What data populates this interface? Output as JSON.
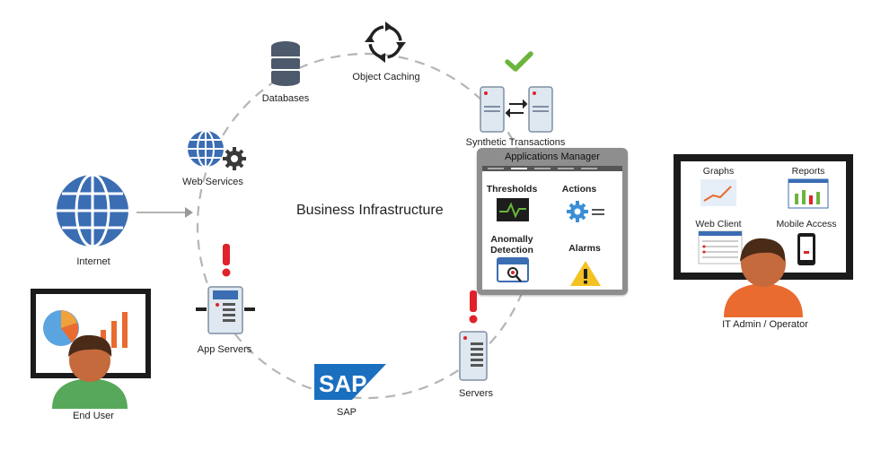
{
  "diagram": {
    "center_title": "Business Infrastructure",
    "nodes": {
      "internet": "Internet",
      "web_services": "Web Services",
      "databases": "Databases",
      "object_caching": "Object Caching",
      "synthetic_transactions": "Synthetic Transactions",
      "app_servers": "App Servers",
      "sap": "SAP",
      "sap_logo_text": "SAP",
      "servers": "Servers",
      "end_user": "End User",
      "it_admin": "IT Admin / Operator"
    },
    "applications_manager": {
      "title": "Applications Manager",
      "items": {
        "thresholds": "Thresholds",
        "actions": "Actions",
        "anomaly_line1": "Anomally",
        "anomaly_line2": "Detection",
        "alarms": "Alarms"
      }
    },
    "admin_screen": {
      "graphs": "Graphs",
      "reports": "Reports",
      "web_client": "Web Client",
      "mobile_access": "Mobile Access"
    },
    "colors": {
      "accent_blue": "#3b6db3",
      "alert_red": "#e0222a",
      "check_green": "#6cb53c",
      "ring_gray": "#b5b5b5",
      "monitor_dark": "#1b1b1b"
    }
  }
}
